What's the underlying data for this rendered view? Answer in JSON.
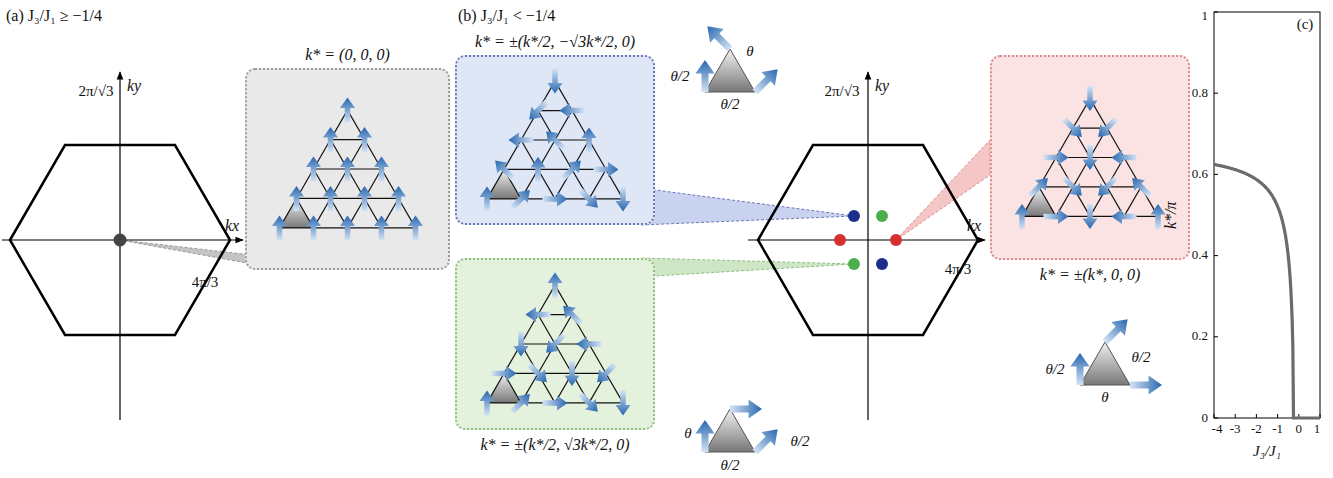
{
  "diagram": {
    "nodes": [
      {
        "text": [
          "k* = (0, 0, 0)"
        ]
      },
      {
        "text": [
          "k* = ±(k*/2, −√3k*/2, 0)"
        ]
      },
      {
        "text": [
          "k* = ±(k*, 0, 0)"
        ]
      },
      {
        "text": [
          "k* = ±(k*/2, √3k*/2, 0)"
        ]
      }
    ],
    "labels": [
      "(a) J₃/J₁ ≥ −1/4",
      "2π/√3",
      "ky",
      "4π/3",
      "kx",
      "(b) J₃/J₁ < −1/4",
      "2π/√3",
      "ky",
      "4π/3",
      "kx",
      "θ/2",
      "θ",
      "θ/2",
      "θ/2",
      "θ/2",
      "θ",
      "θ",
      "θ/2",
      "θ/2",
      "(c)",
      "0",
      "0.2",
      "0.4",
      "0.6",
      "0.8",
      "1",
      "-4",
      "-3",
      "-2",
      "-1",
      "0",
      "1",
      "k*/π",
      "J₃/J₁"
    ]
  }
}
